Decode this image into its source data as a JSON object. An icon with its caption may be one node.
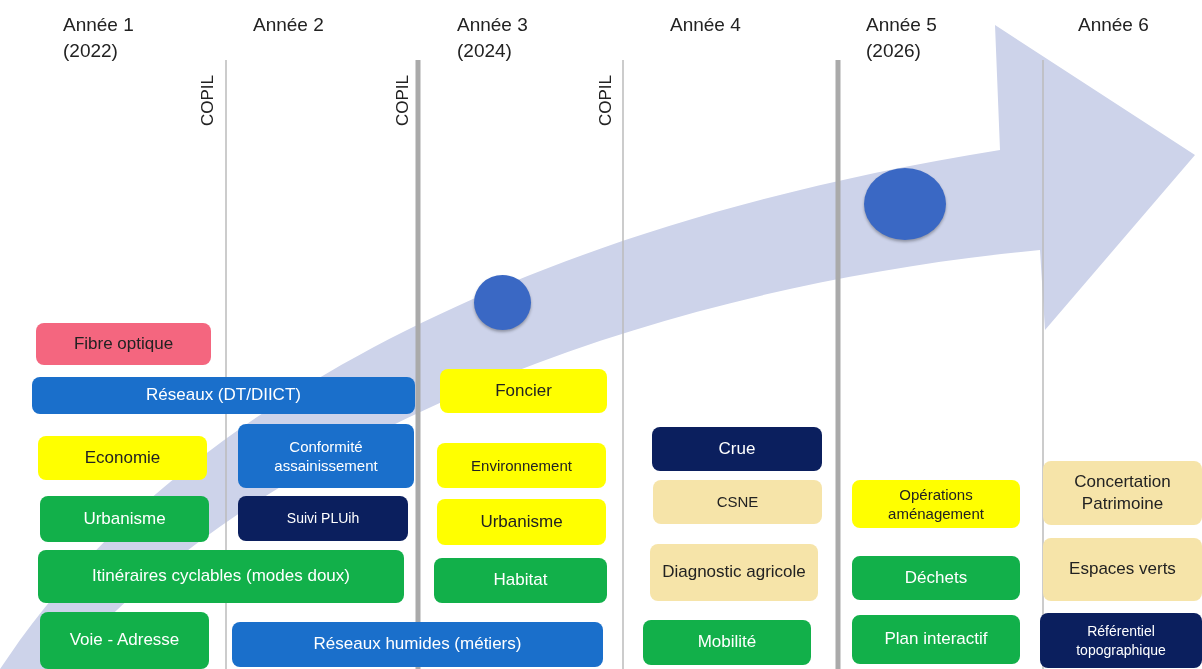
{
  "diagram": {
    "nodes": [
      {
        "text": [
          "Fibre optique"
        ]
      },
      {
        "text": [
          "Réseaux (DT/DIICT)"
        ]
      },
      {
        "text": [
          "Economie"
        ]
      },
      {
        "text": [
          "Conformité assainissement"
        ]
      },
      {
        "text": [
          "Urbanisme"
        ]
      },
      {
        "text": [
          "Suivi PLUih"
        ]
      },
      {
        "text": [
          "Itinéraires cyclables (modes doux)"
        ]
      },
      {
        "text": [
          "Voie - Adresse"
        ]
      },
      {
        "text": [
          "Réseaux humides (métiers)"
        ]
      },
      {
        "text": [
          "Foncier"
        ]
      },
      {
        "text": [
          "Environnement"
        ]
      },
      {
        "text": [
          "Urbanisme"
        ]
      },
      {
        "text": [
          "Habitat"
        ]
      },
      {
        "text": [
          "Crue"
        ]
      },
      {
        "text": [
          "CSNE"
        ]
      },
      {
        "text": [
          "Diagnostic agricole"
        ]
      },
      {
        "text": [
          "Mobilité"
        ]
      },
      {
        "text": [
          "Opérations aménagement"
        ]
      },
      {
        "text": [
          "Déchets"
        ]
      },
      {
        "text": [
          "Plan interactif"
        ]
      },
      {
        "text": [
          "Concertation Patrimoine"
        ]
      },
      {
        "text": [
          "Espaces verts"
        ]
      },
      {
        "text": [
          "Référentiel topographique"
        ]
      },
      {
        "text": [],
        "shape": "circle"
      },
      {
        "text": [],
        "shape": "circle"
      }
    ],
    "labels": [
      "Année 1 (2022)",
      "Année 2",
      "Année 3 (2024)",
      "Année 4",
      "Année 5 (2026)",
      "Année 6",
      "COPIL",
      "COPIL",
      "COPIL"
    ]
  }
}
